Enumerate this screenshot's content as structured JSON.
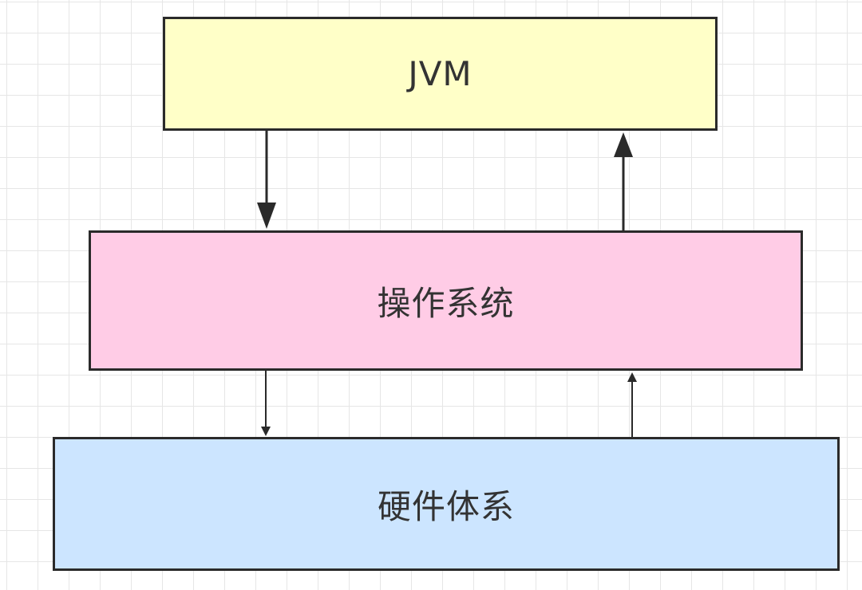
{
  "diagram": {
    "layers": [
      {
        "id": "jvm",
        "label": "JVM",
        "fill": "#ffffc8"
      },
      {
        "id": "os",
        "label": "操作系统",
        "fill": "#ffcce6"
      },
      {
        "id": "hardware",
        "label": "硬件体系",
        "fill": "#cce5ff"
      }
    ],
    "connectors": [
      {
        "from": "jvm",
        "to": "os",
        "direction": "down"
      },
      {
        "from": "os",
        "to": "jvm",
        "direction": "up"
      },
      {
        "from": "os",
        "to": "hardware",
        "direction": "down"
      },
      {
        "from": "hardware",
        "to": "os",
        "direction": "up"
      }
    ],
    "colors": {
      "stroke": "#2a2a2a",
      "text": "#333333",
      "grid": "#e6e6e6",
      "background": "#ffffff"
    }
  }
}
